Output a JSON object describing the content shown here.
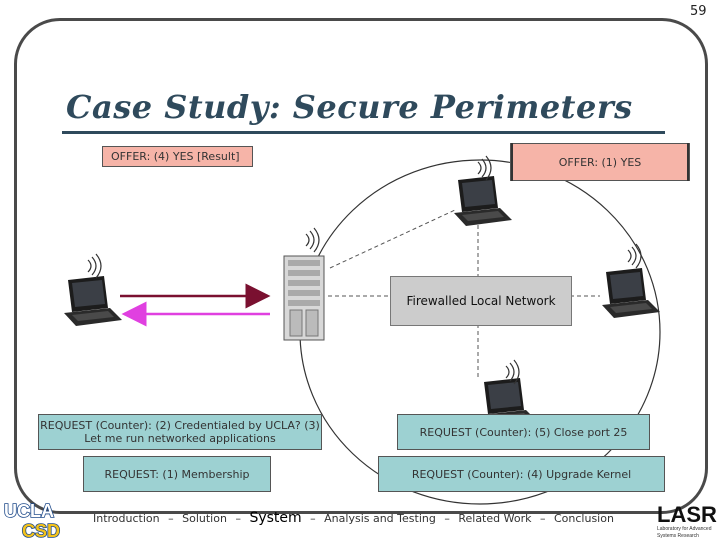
{
  "slide": {
    "number": "59",
    "title": "Case Study: Secure Perimeters"
  },
  "offers": {
    "left": "OFFER: (4) YES [Result]",
    "right": "OFFER: (1) YES"
  },
  "network": {
    "label": "Firewalled Local Network"
  },
  "requests": {
    "credentials": "REQUEST (Counter): (2) Credentialed by UCLA? (3) Let me run networked applications",
    "close_port": "REQUEST (Counter): (5) Close port 25",
    "membership": "REQUEST: (1) Membership",
    "upgrade_kernel": "REQUEST (Counter): (4) Upgrade Kernel"
  },
  "nav": {
    "items": [
      "Introduction",
      "Solution",
      "System",
      "Analysis and Testing",
      "Related Work",
      "Conclusion"
    ],
    "current": "System",
    "separator": "–"
  },
  "logos": {
    "left_line1": "UCLA",
    "left_line2": "CSD",
    "right_main": "LASR",
    "right_sub_line1": "Laboratory for Advanced",
    "right_sub_line2": "Systems Research"
  },
  "colors": {
    "title": "#2f4a5c",
    "offer_fill": "#f6b4a8",
    "request_fill": "#9dd1d2",
    "arrow_dark": "#7a1030",
    "arrow_pink": "#e040e0"
  },
  "icons": [
    "laptop-icon",
    "server-icon",
    "wifi-signal-icon"
  ]
}
